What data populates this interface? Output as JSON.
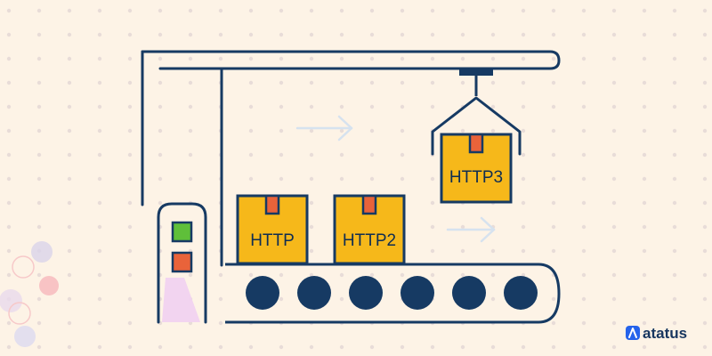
{
  "boxes": {
    "http1": "HTTP",
    "http2": "HTTP2",
    "http3": "HTTP3"
  },
  "brand": {
    "name": "atatus",
    "icon": "atatus-logo-icon"
  },
  "colors": {
    "background": "#fdf3e6",
    "navy": "#163a63",
    "box_fill": "#f6b81a",
    "tape": "#e9633a",
    "light_green": "#5fbf3a",
    "light_red": "#e9633a",
    "beam": "#f1d2f0",
    "arrow": "#d7e3f0"
  },
  "signal_lights": [
    "green",
    "red"
  ],
  "roller_count": 6
}
